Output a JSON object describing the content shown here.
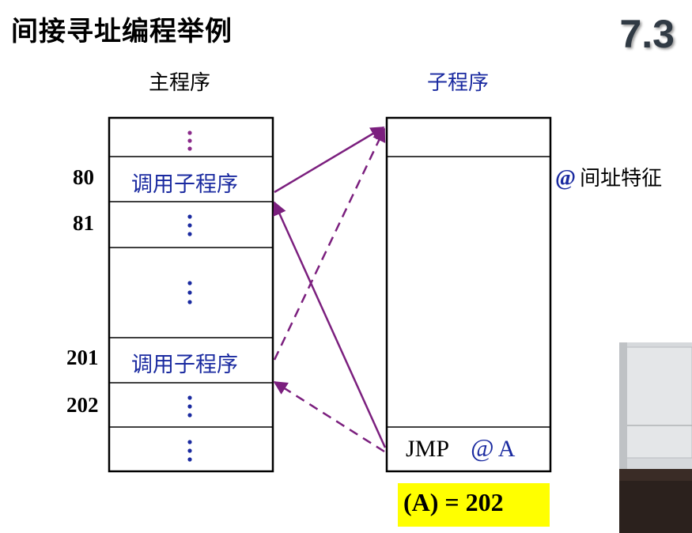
{
  "title": "间接寻址编程举例",
  "section_number": "7.3",
  "main_program": {
    "label": "主程序",
    "addresses": [
      "80",
      "81",
      "201",
      "202"
    ],
    "call_label": "调用子程序"
  },
  "subroutine": {
    "label": "子程序",
    "jmp_op": "JMP",
    "jmp_at": "@",
    "jmp_operand": "A"
  },
  "indirect_marker": {
    "symbol": "@",
    "text": "间址特征"
  },
  "a_value": "(A) = 202",
  "colors": {
    "arrow": "#7b1f7e",
    "dots_purple": "#8a2a8a",
    "dots_blue": "#1a2aa0",
    "highlight": "#ffff00",
    "text_blue": "#1a2aa0"
  }
}
